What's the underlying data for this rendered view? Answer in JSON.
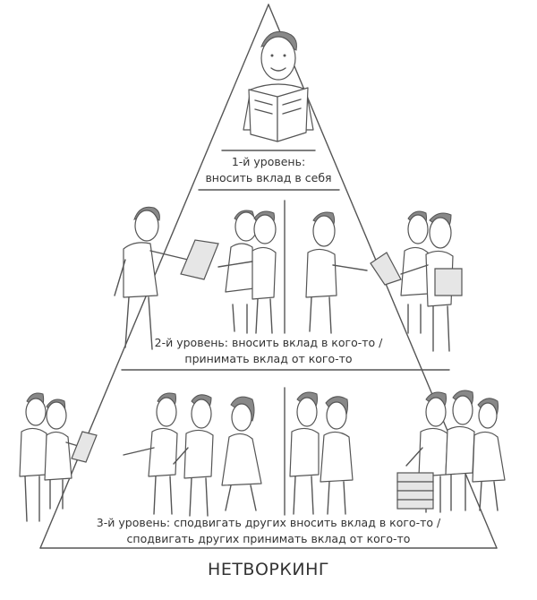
{
  "pyramid": {
    "level1": {
      "line1": "1-й уровень:",
      "line2": "вносить вклад в себя"
    },
    "level2": {
      "line1": "2-й уровень: вносить вклад в кого-то /",
      "line2": "принимать вклад от кого-то"
    },
    "level3": {
      "line1": "3-й уровень: сподвигать других вносить вклад в кого-то /",
      "line2": "сподвигать других принимать вклад от кого-то"
    }
  },
  "title": "НЕТВОРКИНГ"
}
